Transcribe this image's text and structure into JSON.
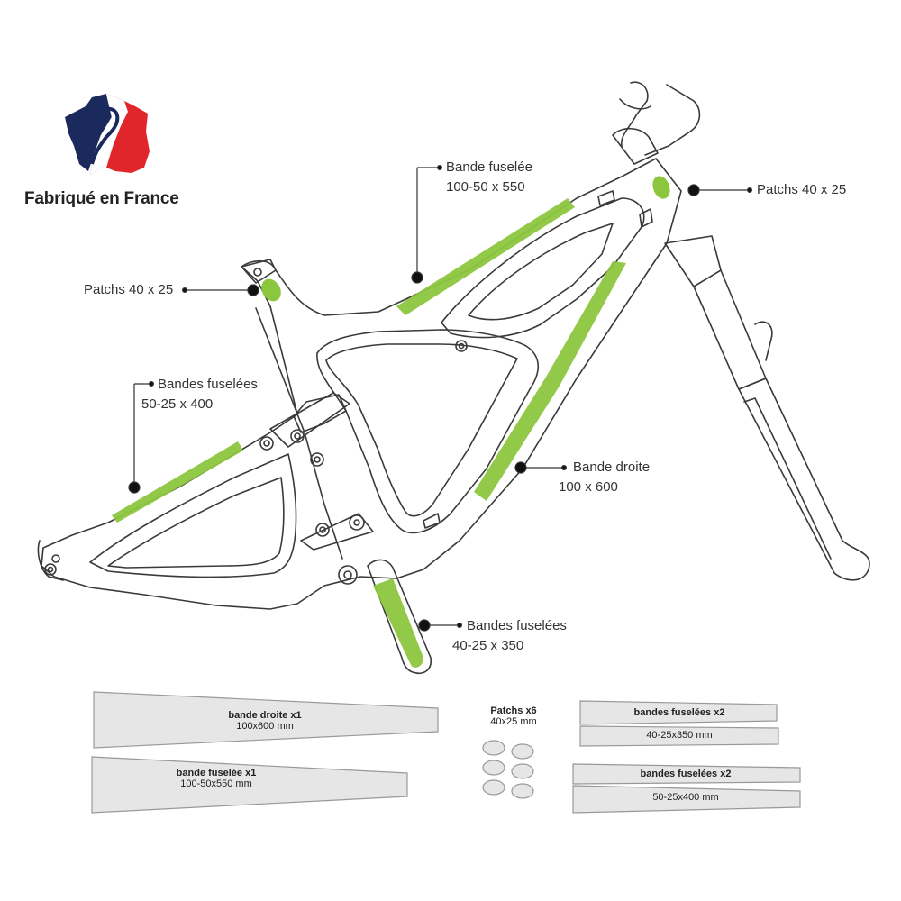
{
  "brand": {
    "made_in": "Fabriqué en France",
    "flag_colors": {
      "blue": "#1b2a5c",
      "red": "#e0252b",
      "white": "#ffffff"
    }
  },
  "accent_color": "#8cc63f",
  "callouts": {
    "top_tube": {
      "title": "Bande fuselée",
      "size": "100-50 x 550"
    },
    "head_tube": {
      "title": "Patchs 40 x 25"
    },
    "seat_top": {
      "title": "Patchs 40 x 25"
    },
    "chainstay": {
      "title": "Bandes fuselées",
      "size": "50-25 x 400"
    },
    "down_tube": {
      "title": "Bande droite",
      "size": "100 x 600"
    },
    "crank": {
      "title": "Bandes fuselées",
      "size": "40-25 x 350"
    }
  },
  "pieces": {
    "straight": {
      "name": "bande droite x1",
      "size": "100x600 mm"
    },
    "tapered": {
      "name": "bande fuselée x1",
      "size": "100-50x550 mm"
    },
    "patches": {
      "name": "Patchs x6",
      "size": "40x25 mm"
    },
    "tapered_40": {
      "name": "bandes fuselées x2",
      "size": "40-25x350 mm"
    },
    "tapered_50": {
      "name": "bandes fuselées x2",
      "size": "50-25x400 mm"
    }
  }
}
